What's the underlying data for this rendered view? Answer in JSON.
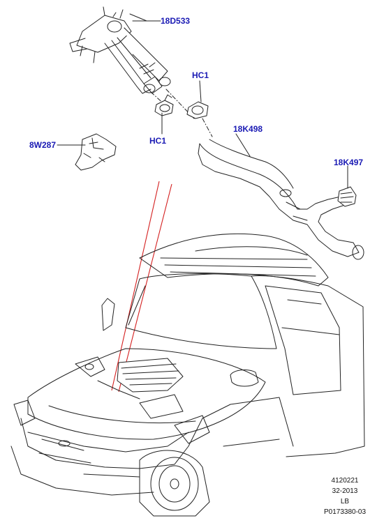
{
  "callouts": {
    "part_18d533": "18D533",
    "clip_hc1_upper": "HC1",
    "clip_hc1_lower": "HC1",
    "hose_18k498": "18K498",
    "part_8w287": "8W287",
    "hose_18k497": "18K497"
  },
  "footer": {
    "code": "4120221",
    "section": "32-2013",
    "drive": "LB",
    "illustration_id": "P0173380-03"
  },
  "colors": {
    "callout_text": "#1a1ab4",
    "leader_red": "#d42020",
    "line_art": "#222222"
  }
}
